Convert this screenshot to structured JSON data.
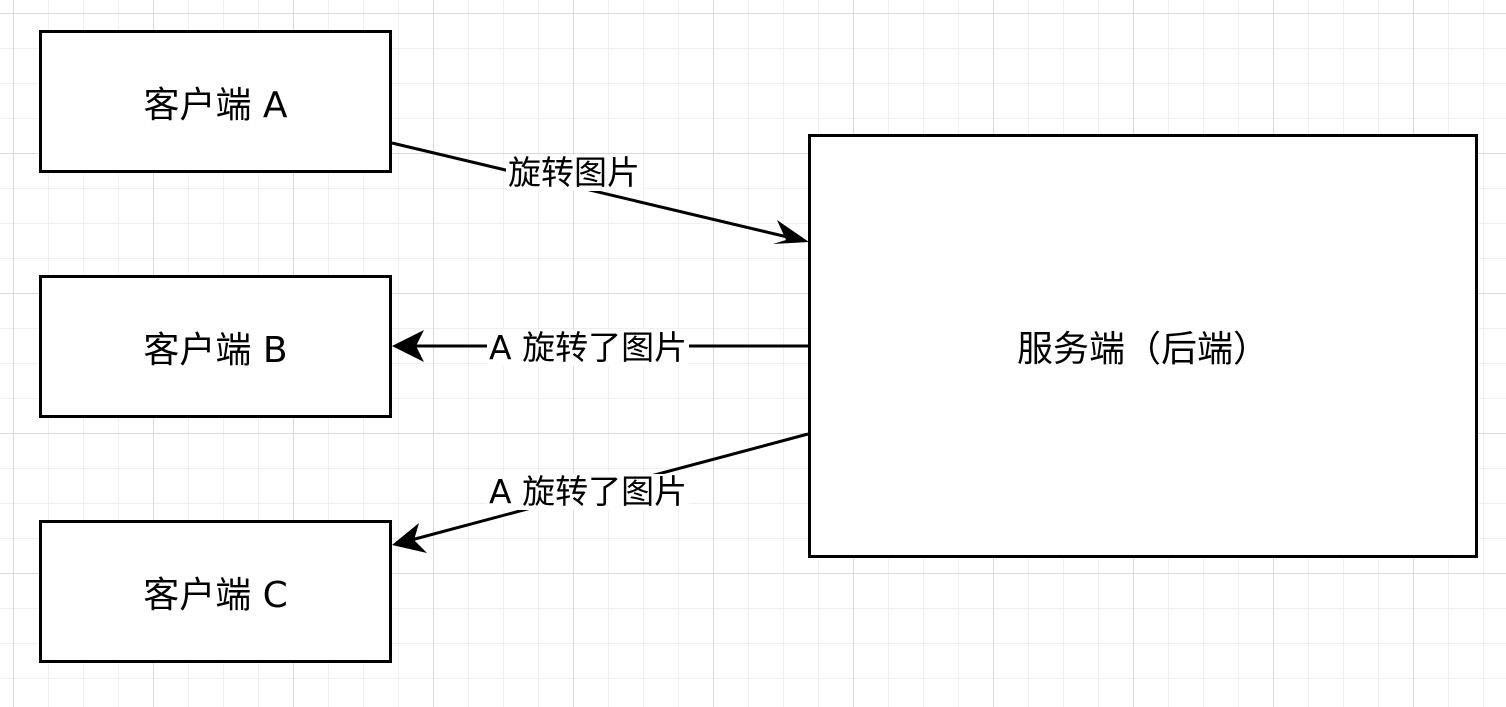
{
  "nodes": {
    "client_a": "客户端 A",
    "client_b": "客户端 B",
    "client_c": "客户端 C",
    "server": "服务端（后端）"
  },
  "edges": {
    "a_to_server": "旋转图片",
    "server_to_b": "A 旋转了图片",
    "server_to_c": "A 旋转了图片"
  },
  "colors": {
    "stroke": "#000000",
    "fill": "#ffffff",
    "grid": "#d9d9d9"
  }
}
